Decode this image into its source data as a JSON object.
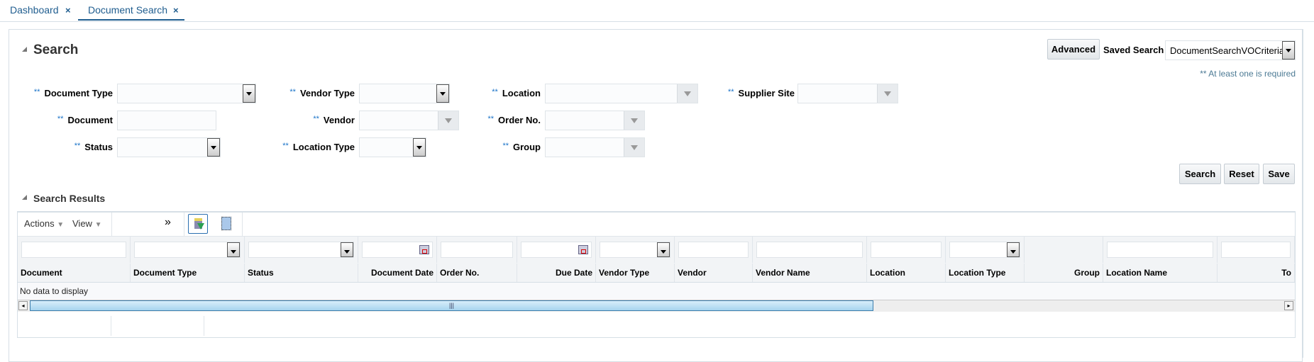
{
  "tabs": [
    {
      "label": "Dashboard",
      "close": "×"
    },
    {
      "label": "Document Search",
      "close": "×",
      "active": true
    }
  ],
  "search": {
    "title": "Search",
    "advanced_label": "Advanced",
    "saved_search_label": "Saved Search",
    "saved_search_value": "DocumentSearchVOCriteria",
    "required_note": "** At least one is required",
    "required_marker": "**",
    "fields": {
      "document_type": {
        "label": "Document Type",
        "value": ""
      },
      "document": {
        "label": "Document",
        "value": ""
      },
      "status": {
        "label": "Status",
        "value": ""
      },
      "vendor_type": {
        "label": "Vendor Type",
        "value": ""
      },
      "vendor": {
        "label": "Vendor",
        "value": ""
      },
      "location_type": {
        "label": "Location Type",
        "value": ""
      },
      "location": {
        "label": "Location",
        "value": ""
      },
      "order_no": {
        "label": "Order No.",
        "value": ""
      },
      "group": {
        "label": "Group",
        "value": ""
      },
      "supplier_site": {
        "label": "Supplier Site",
        "value": ""
      }
    },
    "buttons": {
      "search": "Search",
      "reset": "Reset",
      "save": "Save"
    }
  },
  "results": {
    "title": "Search Results",
    "toolbar": {
      "actions": "Actions",
      "view": "View",
      "overflow": "»"
    },
    "columns": [
      "Document",
      "Document Type",
      "Status",
      "Document Date",
      "Order No.",
      "Due Date",
      "Vendor Type",
      "Vendor",
      "Vendor Name",
      "Location",
      "Location Type",
      "Group",
      "Location Name",
      "To"
    ],
    "empty_text": "No data to display"
  },
  "colors": {
    "accent": "#1f5d8f",
    "required": "#1a73c8",
    "scroll_thumb": "#bfe0f3"
  }
}
